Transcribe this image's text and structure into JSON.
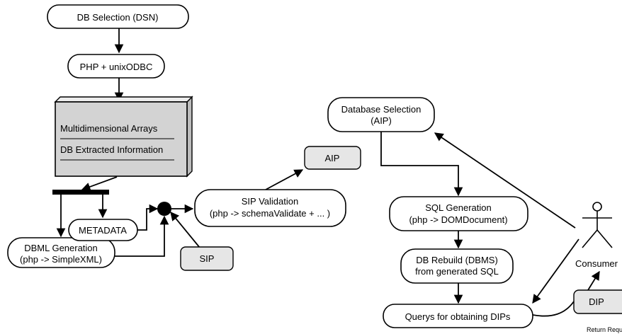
{
  "nodes": {
    "db_selection_dsn": "DB Selection (DSN)",
    "php_unixodbc": "PHP + unixODBC",
    "multidimensional_arrays": "Multidimensional  Arrays",
    "db_extracted_information": "DB Extracted Information",
    "metadata": "METADATA",
    "dbml_generation_line1": "DBML Generation",
    "dbml_generation_line2": "(php -> SimpleXML)",
    "sip_input": "SIP",
    "sip_validation_line1": "SIP Validation",
    "sip_validation_line2": "(php -> schemaValidate + ... )",
    "aip_output": "AIP",
    "database_selection_line1": "Database Selection",
    "database_selection_line2": "(AIP)",
    "sql_generation_line1": "SQL Generation",
    "sql_generation_line2": "(php -> DOMDocument)",
    "db_rebuild_line1": "DB Rebuild (DBMS)",
    "db_rebuild_line2": "from generated SQL",
    "querys_dips": "Querys for obtaining DIPs",
    "dip": "DIP",
    "consumer": "Consumer",
    "return_requests": "Return Requests"
  }
}
